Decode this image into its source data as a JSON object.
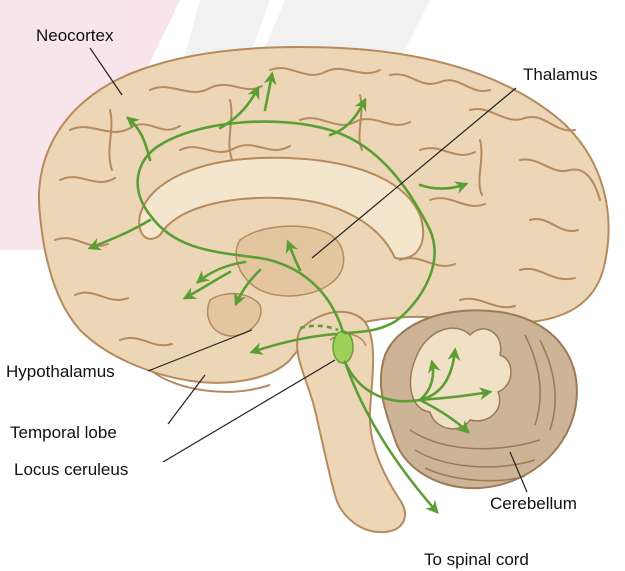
{
  "labels": {
    "neocortex": "Neocortex",
    "thalamus": "Thalamus",
    "hypothalamus": "Hypothalamus",
    "temporal_lobe": "Temporal lobe",
    "locus_ceruleus": "Locus ceruleus",
    "cerebellum": "Cerebellum",
    "spinal_cord": "To spinal cord"
  },
  "colors": {
    "tissue": "#ecd6b6",
    "tissue_dark": "#d8b88f",
    "sulcus": "#b58a5d",
    "pathway": "#5a9e34",
    "nucleus": "#9fd05a",
    "leader": "#222222",
    "watermark": "#f1c9d6"
  }
}
